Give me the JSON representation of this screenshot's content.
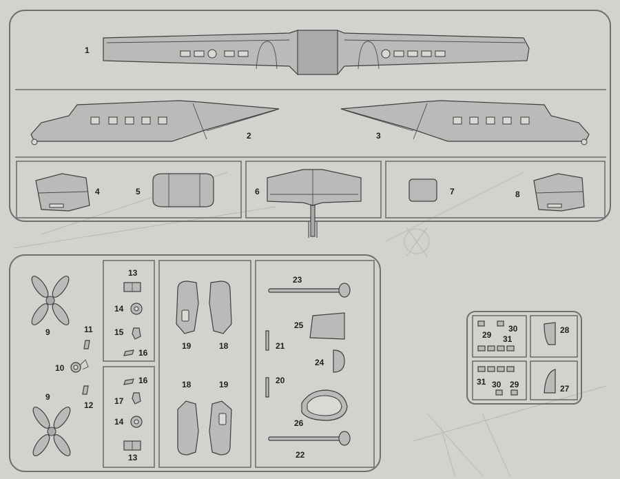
{
  "part_labels": {
    "p1": "1",
    "p2": "2",
    "p3": "3",
    "p4": "4",
    "p5": "5",
    "p6": "6",
    "p7": "7",
    "p8": "8",
    "p9a": "9",
    "p9b": "9",
    "p10": "10",
    "p11": "11",
    "p12": "12",
    "p13a": "13",
    "p13b": "13",
    "p14a": "14",
    "p14b": "14",
    "p15": "15",
    "p16a": "16",
    "p16b": "16",
    "p17": "17",
    "p18a": "18",
    "p18b": "18",
    "p19a": "19",
    "p19b": "19",
    "p20": "20",
    "p21": "21",
    "p22": "22",
    "p23": "23",
    "p24": "24",
    "p25": "25",
    "p26": "26",
    "p27": "27",
    "p28": "28",
    "p29a": "29",
    "p29b": "29",
    "p30a": "30",
    "p30b": "30",
    "p31a": "31",
    "p31b": "31"
  },
  "colors": {
    "background": "#d2d2ce",
    "part_fill": "#b9bbb8",
    "line": "#3e3e3e",
    "frame": "#6f6f6f"
  }
}
